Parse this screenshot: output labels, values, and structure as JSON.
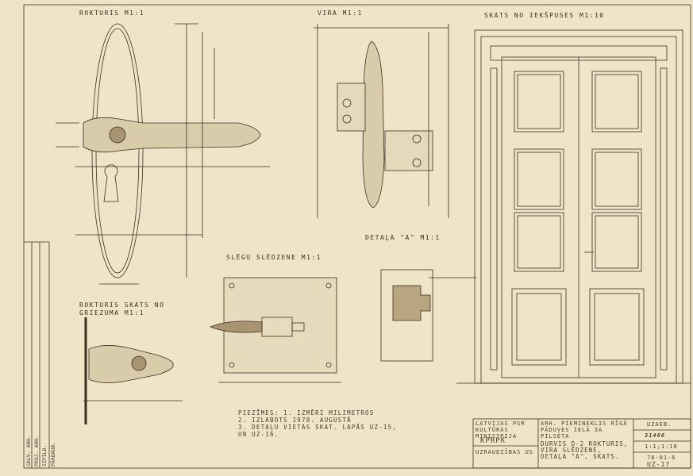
{
  "views": {
    "handle": "ROKTURIS M1:1",
    "hinge": "VIRA M1:1",
    "door": "SKATS NO IEKŠPUSES M1:10",
    "lock": "SLĒGU SLĒDZENE M1:1",
    "detail": "DETAĻA \"A\" M1:1",
    "handle_section": "ROKTURIS SKATS NO GRIEZUMA M1:1"
  },
  "notes": [
    "PIEZĪMES: 1. IZMĒRI MILIMETROS",
    "2. IZLABOTS 1978. AUGUSTĀ",
    "3. DETAĻU VIETAS SKAT. LAPĀS UZ-15,",
    "UN UZ-16."
  ],
  "title_block": {
    "org": "LATVIJAS PSR KULTŪRAS MINISTRIJA",
    "institute": "KPRPK",
    "group": "UZRAUDZĪBAS US",
    "project": "ARH. PIEMINEKLIS RĪGĀ PĀDUVES IELĀ 3A PILSĒTA",
    "sheet_title": "DURVIS D-2 ROKTURIS, VIRA SLĒDZENE, DETAĻA \"A\", SKATS.",
    "label": "UZAEB.",
    "number": "31466",
    "scale": "1:1;1:10",
    "date": "78-01-6",
    "sheet": "UZ-17"
  },
  "side_strip": [
    "GALV. ARH.",
    "PROJ. ARH.",
    "IZPILD.",
    "PĀRBAUD."
  ]
}
